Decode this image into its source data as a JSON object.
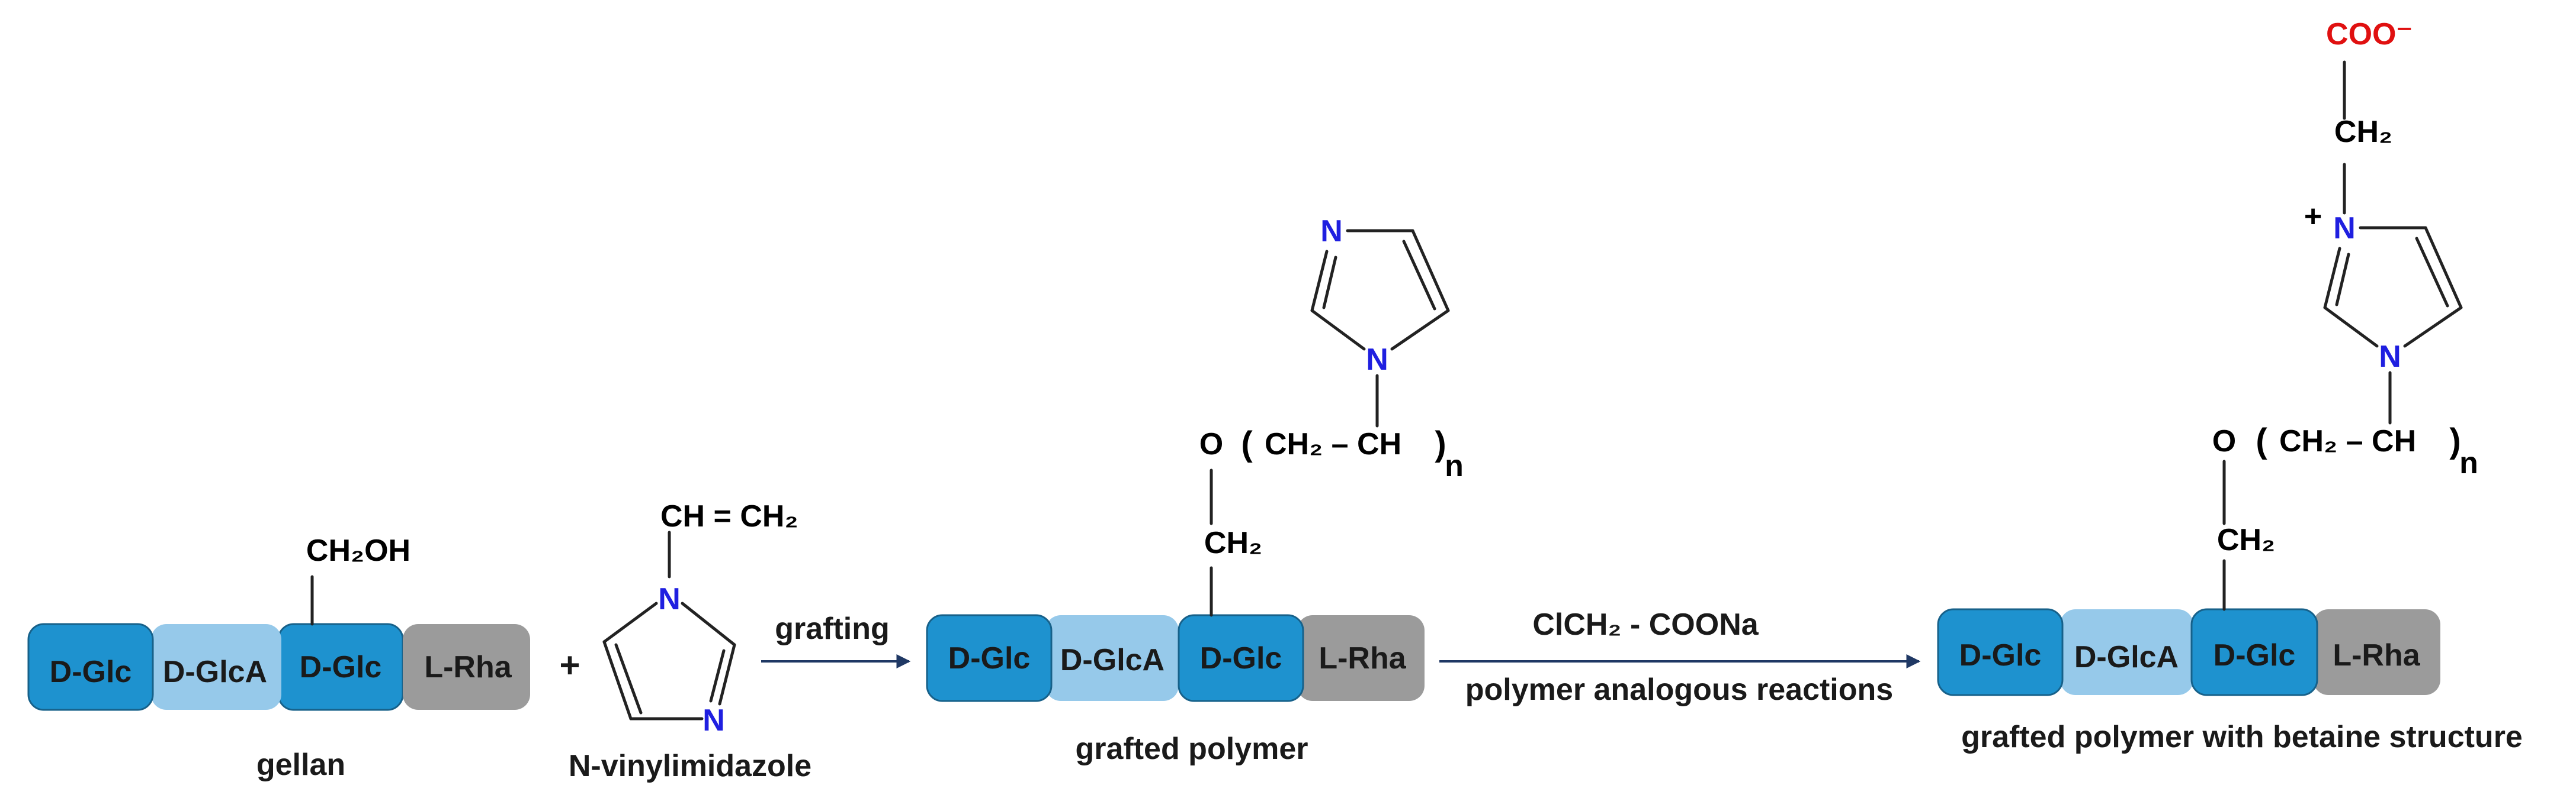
{
  "units": {
    "dglc": "D-Glc",
    "dglca": "D-GlcA",
    "lrha": "L-Rha"
  },
  "molecules": {
    "ch2oh": "CH₂OH",
    "vinyl": "CH = CH₂",
    "n": "N",
    "o": "O",
    "ch2": "CH₂",
    "chain_left_paren": "(",
    "chain_body": "CH₂ – CH",
    "chain_right_paren": ")",
    "n_sub": "n",
    "plus": "+",
    "coo": "COO⁻",
    "cation_plus": "+"
  },
  "labels": {
    "gellan": "gellan",
    "monomer": "N-vinylimidazole",
    "grafting": "grafting",
    "grafted": "grafted polymer",
    "reagent": "ClCH₂ - COONa",
    "reaction": "polymer analogous reactions",
    "betaine": "grafted polymer with betaine structure"
  },
  "colors": {
    "dglc": "#1e92cf",
    "dglca": "#96c9ea",
    "lrha": "#9b9b9b",
    "nitrogen": "#1f1fe0",
    "carboxylate": "#e01010",
    "arrow": "#1f3864"
  }
}
